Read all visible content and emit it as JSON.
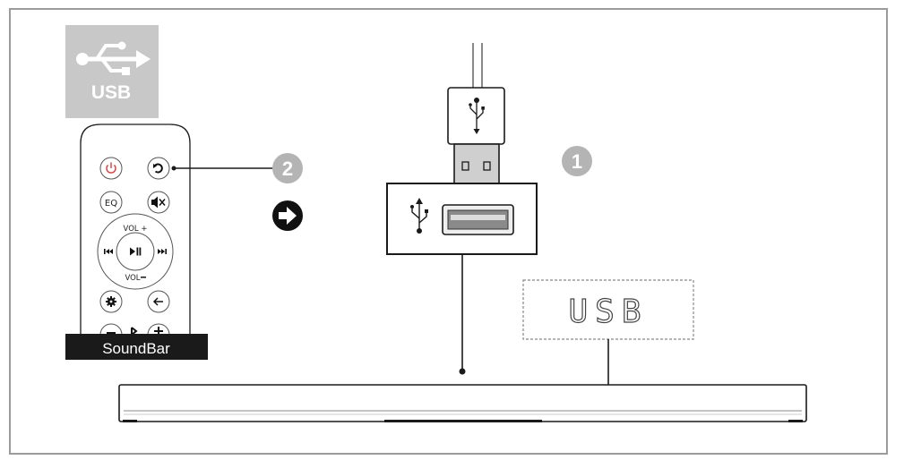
{
  "usb_badge": {
    "label": "USB",
    "color": "#c8c8c8"
  },
  "remote": {
    "brand": "SoundBar",
    "vol_plus": "VOL +",
    "vol_minus": "VOL",
    "eq": "EQ",
    "buttons": [
      "power-icon",
      "source-icon",
      "eq-button",
      "mute-icon",
      "prev-icon",
      "play-pause-icon",
      "next-icon",
      "settings-icon",
      "back-icon",
      "minus-icon",
      "bluetooth-icon",
      "plus-icon"
    ]
  },
  "steps": [
    {
      "number": "2",
      "color": "#b4b4b4"
    },
    {
      "number": "1",
      "color": "#b4b4b4"
    }
  ],
  "display": {
    "text": "USB"
  },
  "colors": {
    "frame": "#9b9b9b",
    "line": "#1a1a1a",
    "power": "#d83a3a"
  },
  "icons": [
    "usb-plug-icon",
    "usb-port-icon",
    "arrow-circle-icon"
  ]
}
